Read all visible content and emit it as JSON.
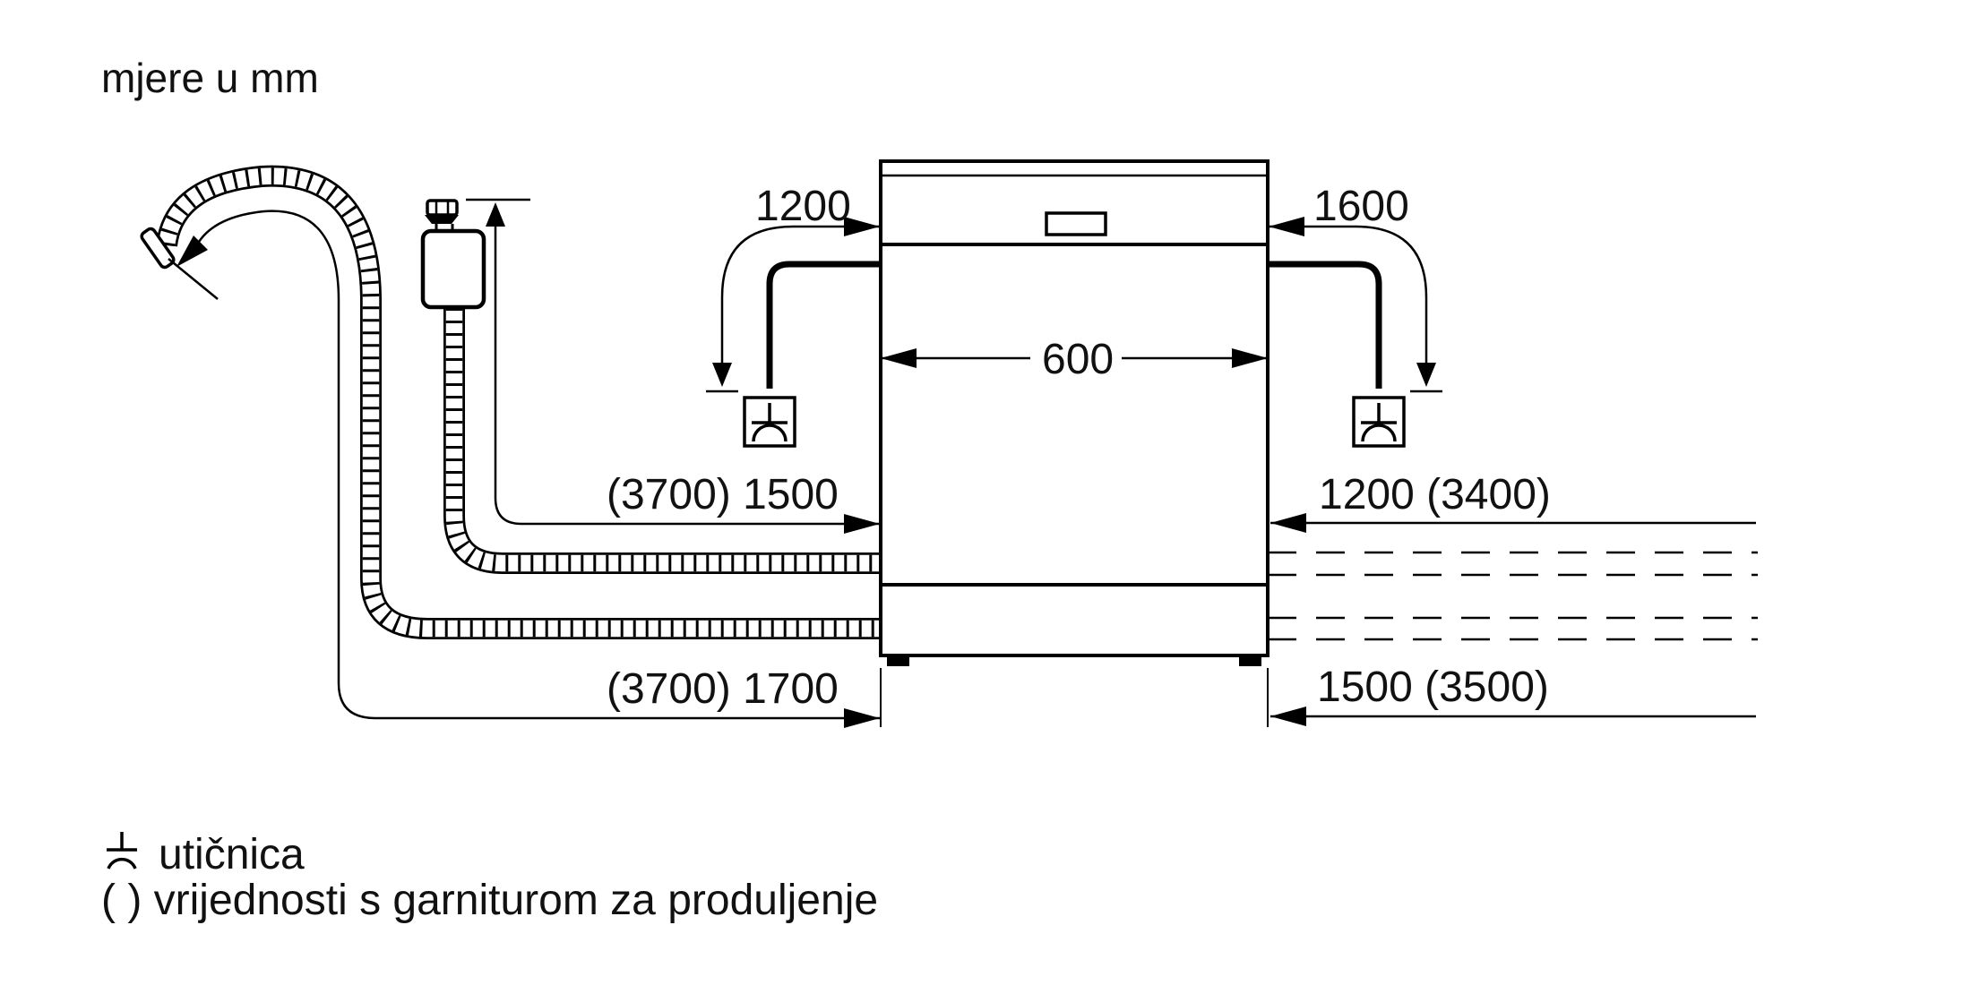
{
  "title": "mjere u mm",
  "dimensions": {
    "appliance_width": "600",
    "power_cord_left": "1200",
    "power_cord_right": "1600",
    "supply_hose_front": "(3700) 1500",
    "supply_hose_rear": "1200 (3400)",
    "drain_hose_front": "(3700) 1700",
    "drain_hose_rear": "1500 (3500)"
  },
  "legend": {
    "socket_label": "utičnica",
    "parentheses_label": "( ) vrijednosti s garniturom za produljenje"
  },
  "colors": {
    "line": "#000000",
    "text": "#111111",
    "background": "#ffffff"
  }
}
